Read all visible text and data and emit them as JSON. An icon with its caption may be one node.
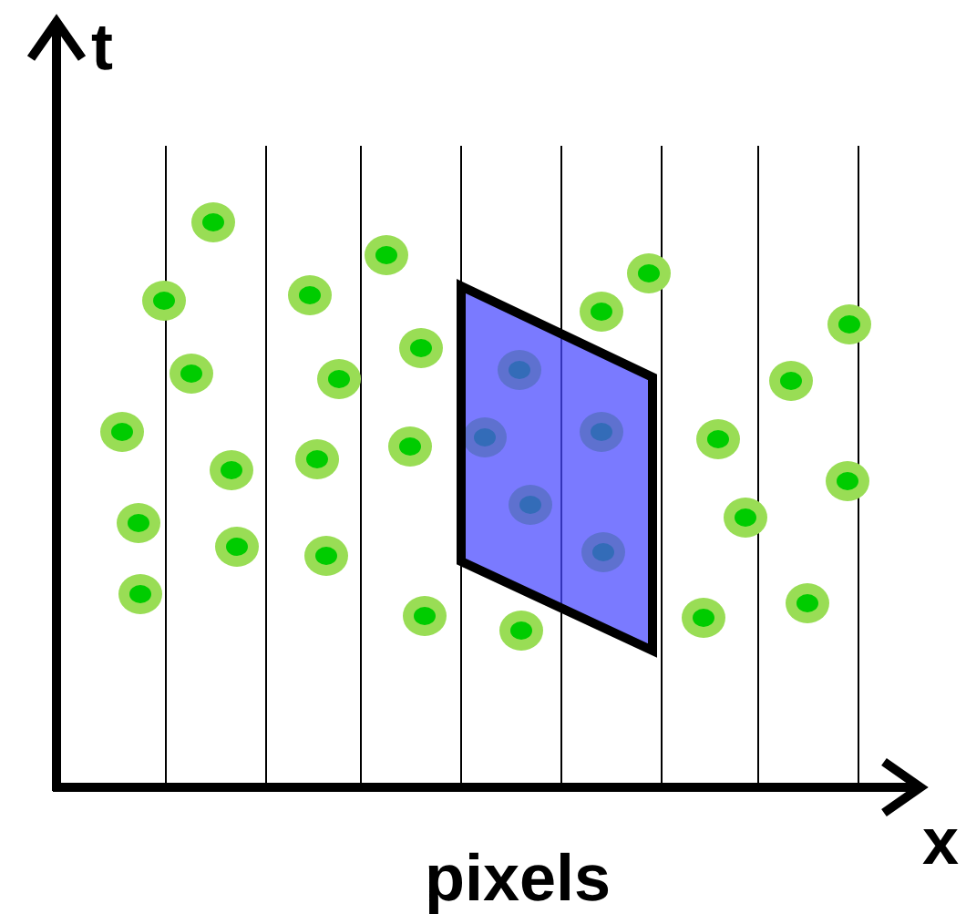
{
  "diagram": {
    "labels": [
      "t",
      "x",
      "pixels"
    ]
  }
}
